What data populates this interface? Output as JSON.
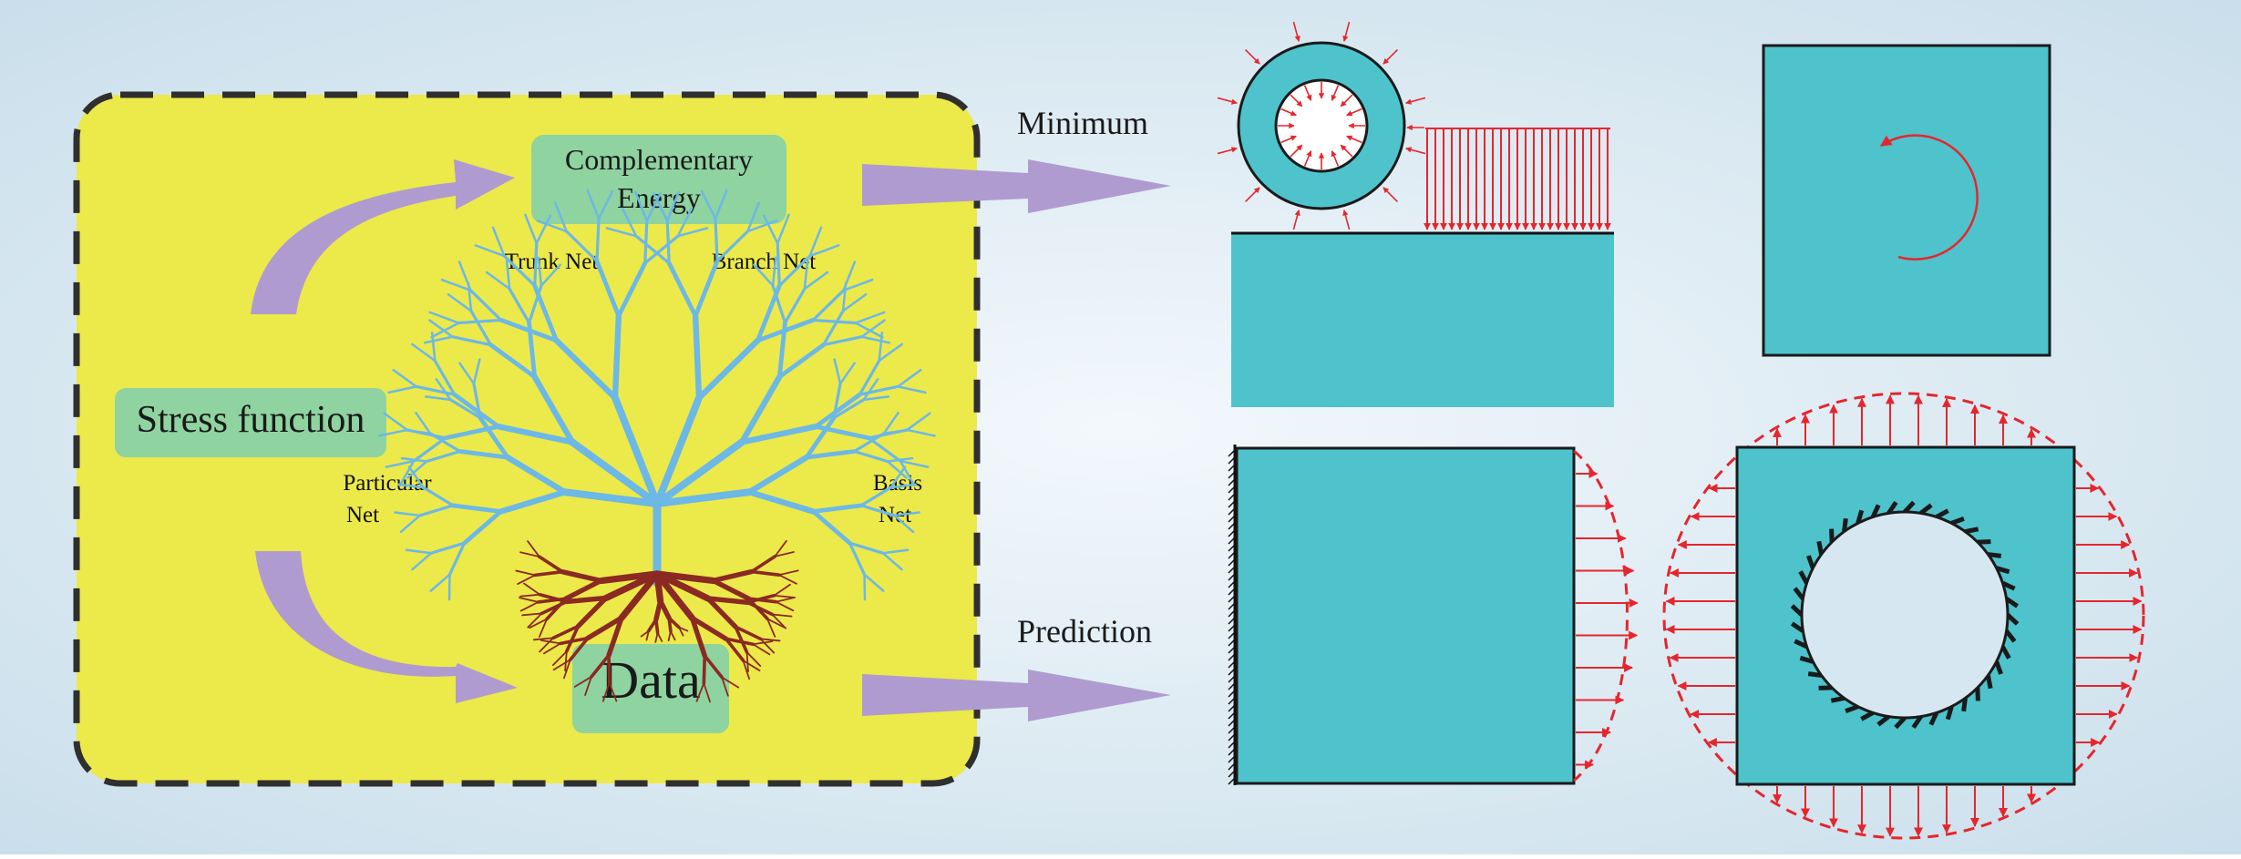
{
  "colors": {
    "background": "#dbe9f2",
    "panel_fill": "#ece94a",
    "panel_border": "#2f2f2f",
    "label_box": "#8fd3a0",
    "arrow_purple": "#b09bd0",
    "domain_fill": "#4ec3cc",
    "load_red": "#e5262d",
    "tree_branch": "#6cb8e6",
    "tree_root": "#8a2a22"
  },
  "left_panel": {
    "complementary_energy": [
      "Complementary",
      "Energy"
    ],
    "stress_function": "Stress function",
    "data": "Data",
    "trunk_net": "Trunk Net",
    "branch_net": "Branch Net",
    "particular_net": [
      "Particular",
      "Net"
    ],
    "basis_net": [
      "Basis",
      "Net"
    ]
  },
  "arrows": {
    "top_label": "Minimum",
    "bottom_label": "Prediction"
  },
  "icons": {
    "tree": "neural-tree-icon",
    "roots": "tree-roots-icon"
  },
  "examples": [
    "ring-on-halfspace-contact",
    "square-with-torque",
    "cantilever-square-with-distributed-load",
    "square-with-hole-under-pressure"
  ]
}
